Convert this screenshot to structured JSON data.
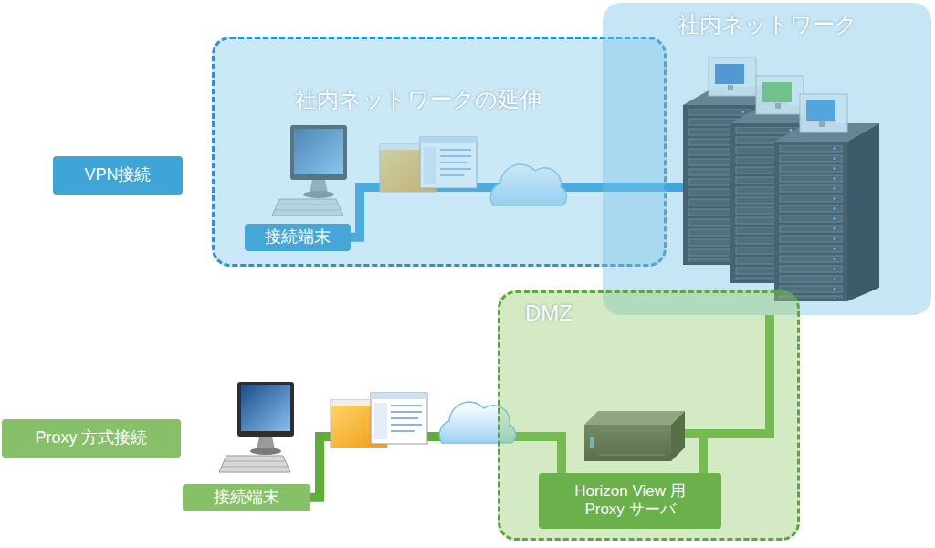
{
  "diagram": {
    "nodes": [
      {
        "text": [
          "VPN接続"
        ]
      },
      {
        "text": [
          "社内ネットワークの延伸"
        ]
      },
      {
        "text": [
          "接続端末"
        ],
        "in": 1
      },
      {
        "text": [
          "社内ネットワーク"
        ]
      },
      {
        "text": [
          "DMZ"
        ]
      },
      {
        "text": [
          "Horizon View 用 Proxy サーバ"
        ],
        "in": 4
      },
      {
        "text": [
          "Proxy 方式接続"
        ]
      },
      {
        "text": [
          "接続端末"
        ]
      }
    ],
    "edges": [
      {
        "from": 2,
        "to": 3,
        "arrow": "none"
      },
      {
        "from": 7,
        "to": 5,
        "arrow": "none"
      },
      {
        "from": 5,
        "to": 3,
        "arrow": "none"
      }
    ]
  }
}
